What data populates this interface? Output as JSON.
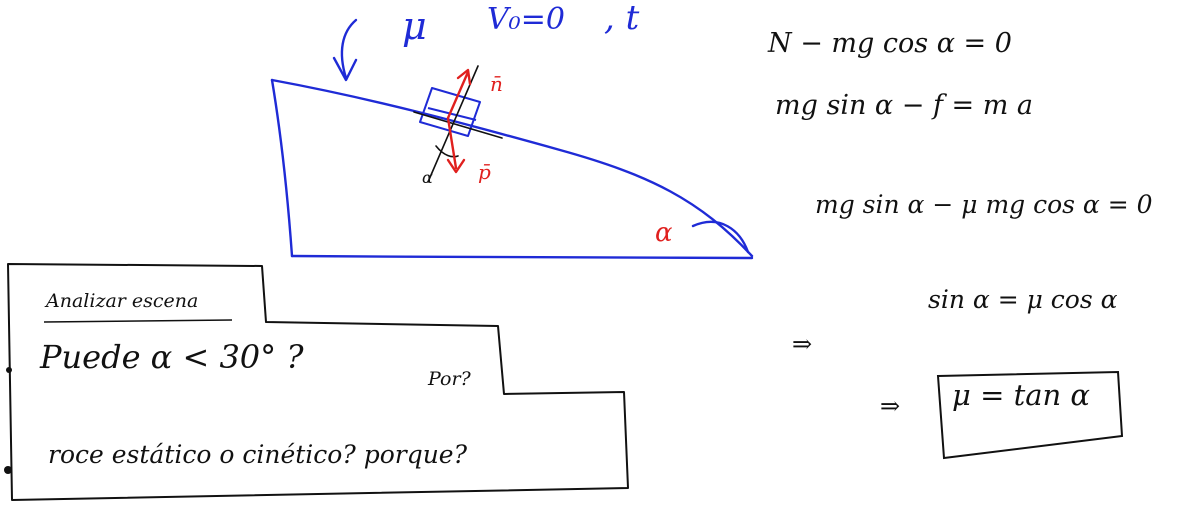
{
  "colors": {
    "ink_black": "#111111",
    "ink_blue": "#1f2bd6",
    "ink_red": "#e0201e"
  },
  "diagram": {
    "mu_label": "μ",
    "v0_label": "V₀=0",
    "t_label": ", t",
    "normal_label": "n̄",
    "weight_label": "p̄",
    "alpha_small": "α",
    "angle_label": "α"
  },
  "equations": [
    "N − mg cos α = 0",
    "mg sin α − f = m a",
    "mg sin α − μ mg cos α = 0",
    "sin α = μ cos α"
  ],
  "implies": [
    "⇒",
    "⇒"
  ],
  "result": "μ = tan α",
  "questions": {
    "heading": "Analizar escena",
    "q1": "Puede α < 30° ?",
    "q1_aside": "Por?",
    "q2": "roce estático o cinético? porque?"
  }
}
